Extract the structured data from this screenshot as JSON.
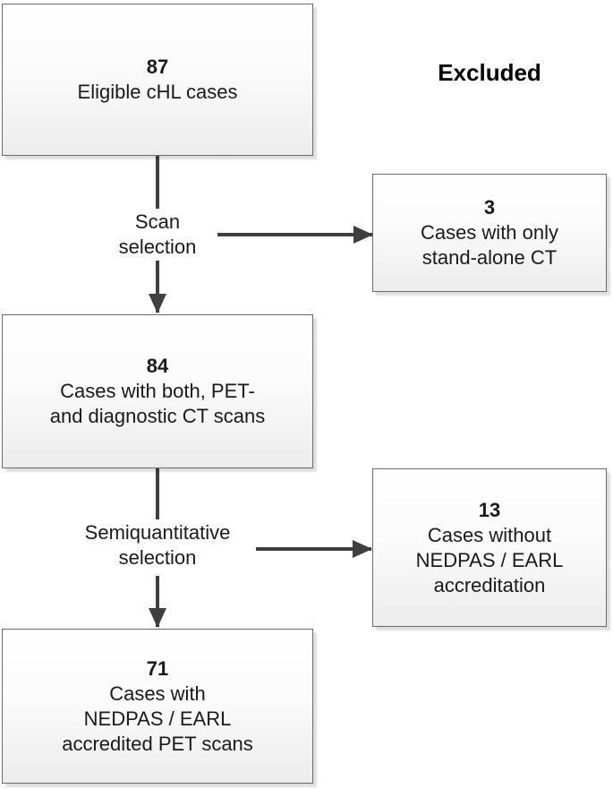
{
  "excluded_header": "Excluded",
  "flow": {
    "main_boxes": [
      {
        "count": "87",
        "lines": [
          "Eligible cHL cases"
        ]
      },
      {
        "count": "84",
        "lines": [
          "Cases with both, PET-",
          "and diagnostic CT scans"
        ]
      },
      {
        "count": "71",
        "lines": [
          "Cases with",
          "NEDPAS / EARL",
          "accredited PET scans"
        ]
      }
    ],
    "excluded_boxes": [
      {
        "count": "3",
        "lines": [
          "Cases with only",
          "stand-alone CT"
        ]
      },
      {
        "count": "13",
        "lines": [
          "Cases without",
          "NEDPAS / EARL",
          "accreditation"
        ]
      }
    ],
    "step_labels": [
      {
        "line1": "Scan",
        "line2": "selection"
      },
      {
        "line1": "Semiquantitative",
        "line2": "selection"
      }
    ]
  },
  "colors": {
    "box_border": "#6b6b6b",
    "box_fill_top": "#ffffff",
    "box_fill_bottom": "#ececec",
    "arrow": "#3f3f3f",
    "text": "#1a1a1a"
  }
}
